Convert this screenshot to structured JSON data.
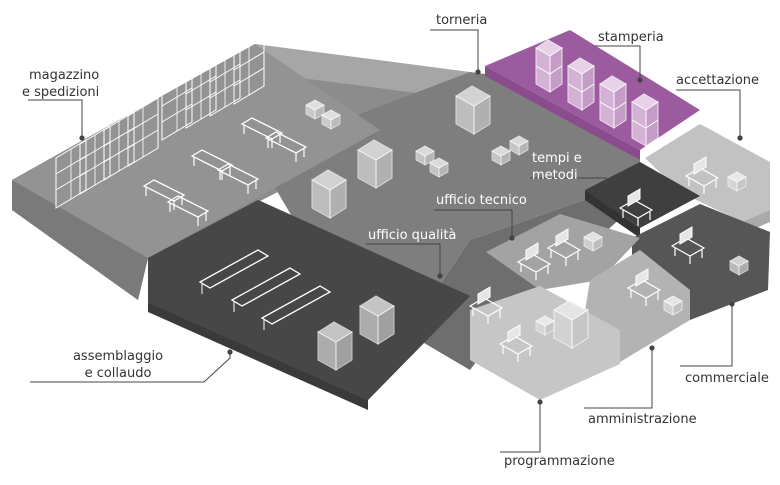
{
  "diagram": {
    "labels": {
      "magazzino": "magazzino\ne spedizioni",
      "torneria": "torneria",
      "stamperia": "stamperia",
      "accettazione": "accettazione",
      "tempi": "tempi e\nmetodi",
      "ufficio_tecnico": "ufficio tecnico",
      "ufficio_qualita": "ufficio qualità",
      "assemblaggio": "assemblaggio\ne collaudo",
      "commerciale": "commerciale",
      "amministrazione": "amministrazione",
      "programmazione": "programmazione"
    },
    "colors": {
      "stamperia_zone": "#9c5a9f",
      "assemblaggio_zone": "#474747",
      "tempi_zone": "#3f3f3f",
      "commerciale_zone": "#565656",
      "floor_mid": "#858585",
      "floor_light": "#b8b8b8",
      "leader_line": "#444444"
    }
  }
}
